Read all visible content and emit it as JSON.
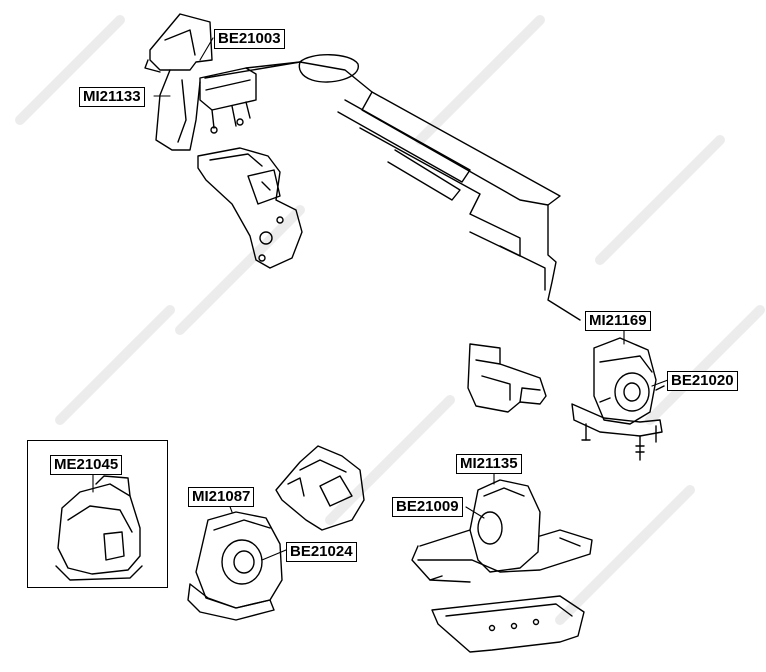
{
  "diagram": {
    "labels": {
      "be21003": "BE21003",
      "mi21133": "MI21133",
      "mi21169": "MI21169",
      "be21020": "BE21020",
      "me21045": "ME21045",
      "mi21087": "MI21087",
      "be21024": "BE21024",
      "mi21135": "MI21135",
      "be21009": "BE21009"
    }
  },
  "colors": {
    "line": "#000000",
    "background": "#ffffff",
    "watermark": "#d9d9d9"
  }
}
